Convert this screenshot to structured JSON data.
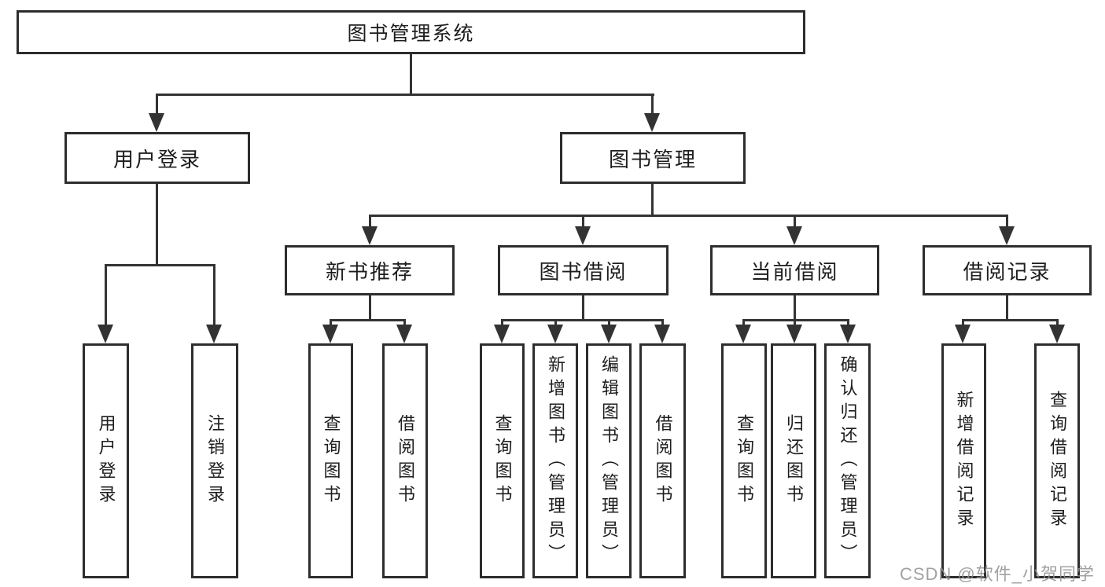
{
  "colors": {
    "background": "#ffffff",
    "box_border": "#2d2d2d",
    "line": "#333333",
    "text": "#1d1d1f",
    "watermark": "#919191"
  },
  "tree": {
    "root": {
      "label": "图书管理系统"
    },
    "login": {
      "label": "用户登录",
      "children": [
        {
          "label": "用户登录"
        },
        {
          "label": "注销登录"
        }
      ]
    },
    "manage": {
      "label": "图书管理",
      "sections": [
        {
          "label": "新书推荐",
          "children": [
            {
              "label": "查询图书"
            },
            {
              "label": "借阅图书"
            }
          ]
        },
        {
          "label": "图书借阅",
          "children": [
            {
              "label": "查询图书"
            },
            {
              "label": "新增图书（管理员）"
            },
            {
              "label": "编辑图书（管理员）"
            },
            {
              "label": "借阅图书"
            }
          ]
        },
        {
          "label": "当前借阅",
          "children": [
            {
              "label": "查询图书"
            },
            {
              "label": "归还图书"
            },
            {
              "label": "确认归还（管理员）"
            }
          ]
        },
        {
          "label": "借阅记录",
          "children": [
            {
              "label": "新增借阅记录"
            },
            {
              "label": "查询借阅记录"
            }
          ]
        }
      ]
    }
  },
  "watermark": {
    "text": "CSDN @软件_小贺同学"
  }
}
